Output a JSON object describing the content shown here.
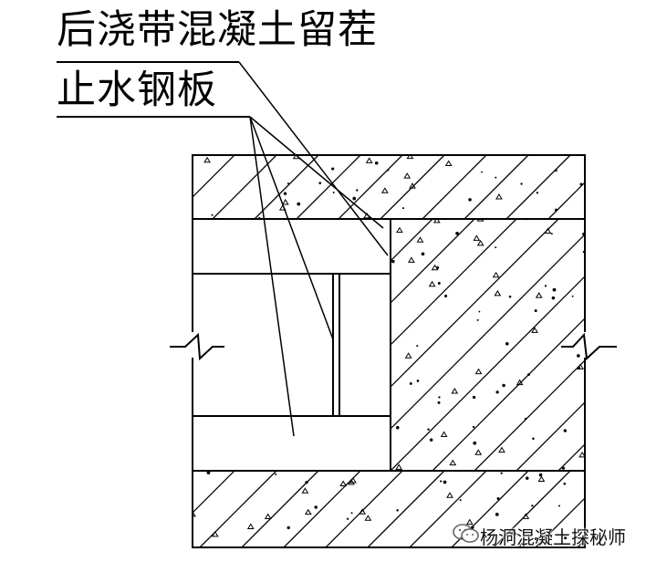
{
  "labels": {
    "construction_joint": "后浇带混凝土留茬",
    "waterstop": "止水钢板"
  },
  "watermark": {
    "text": "杨洞混凝土探秘师",
    "icon": "wechat-icon"
  },
  "colors": {
    "line": "#000000",
    "background": "#ffffff"
  }
}
